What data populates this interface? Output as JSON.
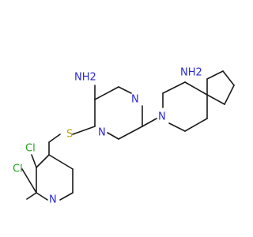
{
  "molecule": {
    "atoms": {
      "cl1": {
        "label": "Cl",
        "element": "cl"
      },
      "cl2": {
        "label": "Cl",
        "element": "cl"
      },
      "s1": {
        "label": "S",
        "element": "s"
      },
      "n_pyr": {
        "label": "N",
        "element": "n"
      },
      "n_pz1": {
        "label": "N",
        "element": "n"
      },
      "n_pz2": {
        "label": "N",
        "element": "n"
      },
      "nh2_a": {
        "label": "NH2",
        "element": "n"
      },
      "n_pip": {
        "label": "N",
        "element": "n"
      },
      "nh2_b": {
        "label": "NH2",
        "element": "n"
      }
    },
    "colors": {
      "bond": "#1a1a1a",
      "nitrogen": "#2b2bd6",
      "chlorine": "#1e9e1e",
      "sulfur": "#b8a000"
    }
  }
}
